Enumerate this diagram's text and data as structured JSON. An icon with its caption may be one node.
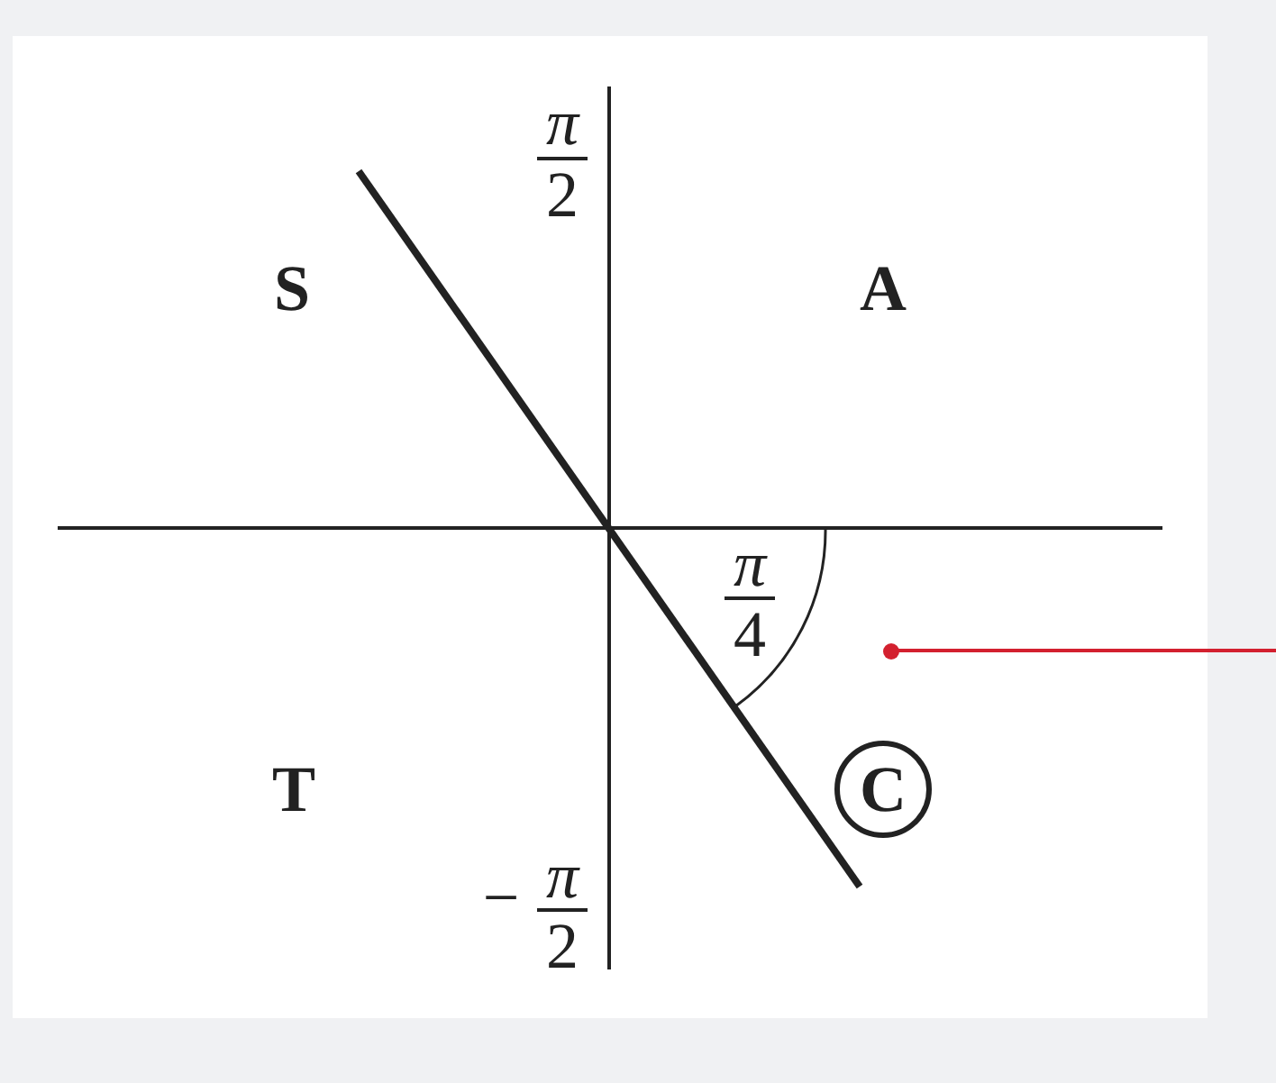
{
  "diagram": {
    "nodes": [
      {
        "text": [
          "C"
        ]
      },
      {
        "text": [],
        "shape": "circle"
      }
    ],
    "edges": [
      {
        "from": null,
        "to": 1,
        "arrow": "none",
        "color": "#d3202f"
      }
    ],
    "labels": [
      "π",
      "2",
      "S",
      "A",
      "π",
      "4",
      "T",
      "−",
      "π",
      "2"
    ]
  }
}
